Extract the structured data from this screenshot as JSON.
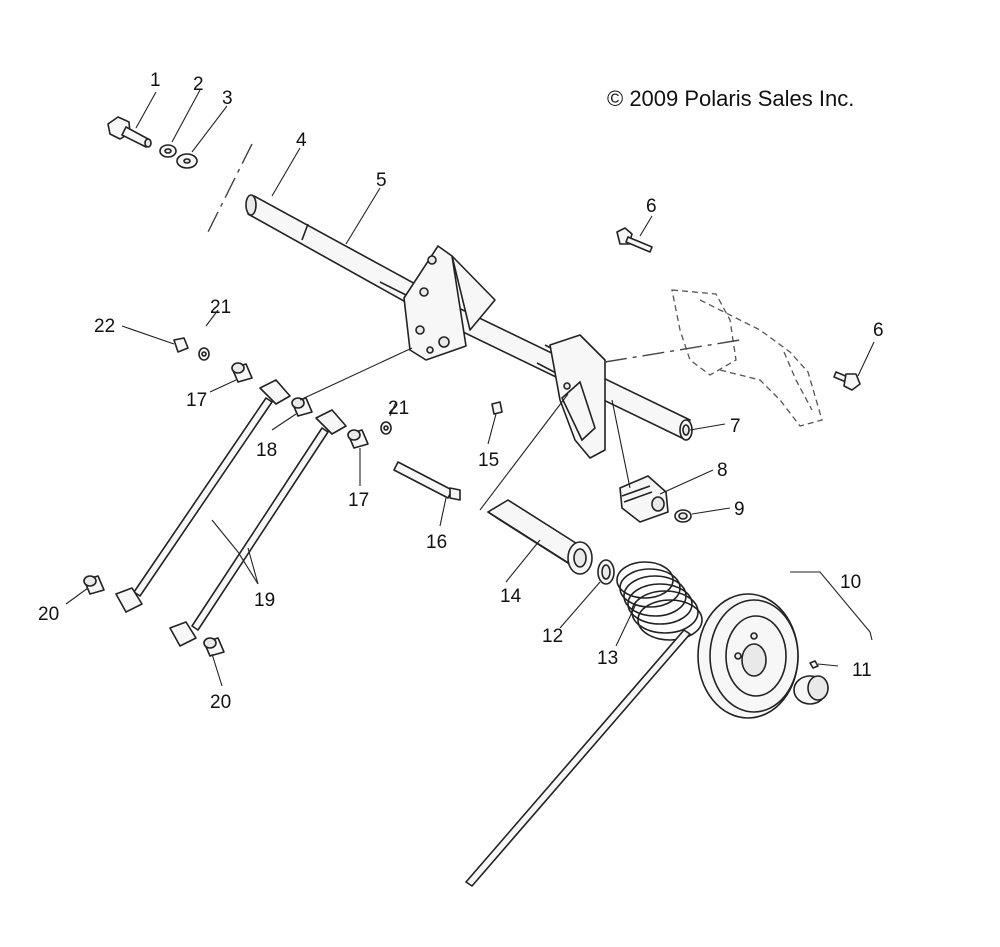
{
  "copyright": "© 2009 Polaris Sales Inc.",
  "callouts": [
    "1",
    "2",
    "3",
    "4",
    "5",
    "6",
    "6",
    "7",
    "8",
    "9",
    "10",
    "11",
    "12",
    "13",
    "14",
    "15",
    "16",
    "17",
    "17",
    "18",
    "19",
    "20",
    "20",
    "21",
    "21",
    "22"
  ]
}
